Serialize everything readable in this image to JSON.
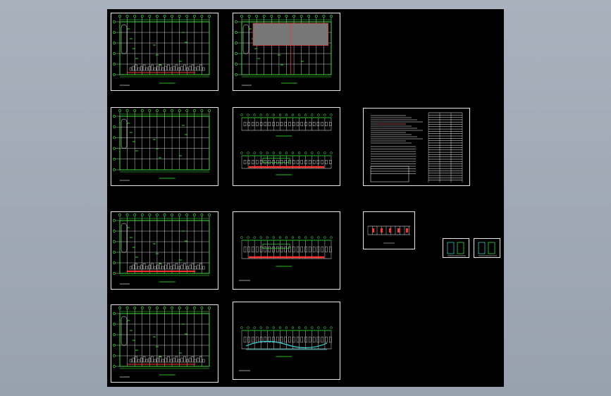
{
  "viewport": {
    "background_color": "#a5adb9",
    "model_space_color": "#000000"
  },
  "line_colors": {
    "border": "#e8e8e8",
    "grid": "#ffffff",
    "axis": "#33ff33",
    "highlight": "#ff3333",
    "cyan": "#33dddd",
    "gray_fill": "#777777"
  },
  "sheets": [
    {
      "id": "plan-1",
      "kind": "floor-plan",
      "variant": "furnished"
    },
    {
      "id": "plan-shaded",
      "kind": "floor-plan",
      "variant": "shaded"
    },
    {
      "id": "plan-2",
      "kind": "floor-plan",
      "variant": "sparse"
    },
    {
      "id": "elevations",
      "kind": "elevation-pair"
    },
    {
      "id": "notes-table",
      "kind": "notes-and-schedule"
    },
    {
      "id": "plan-3",
      "kind": "floor-plan",
      "variant": "red-strip"
    },
    {
      "id": "section-1",
      "kind": "section",
      "variant": "red"
    },
    {
      "id": "small-elevation",
      "kind": "small-elevation"
    },
    {
      "id": "detail-a",
      "kind": "detail"
    },
    {
      "id": "detail-b",
      "kind": "detail"
    },
    {
      "id": "plan-4",
      "kind": "floor-plan",
      "variant": "furnished"
    },
    {
      "id": "section-2",
      "kind": "section",
      "variant": "cyan"
    }
  ]
}
